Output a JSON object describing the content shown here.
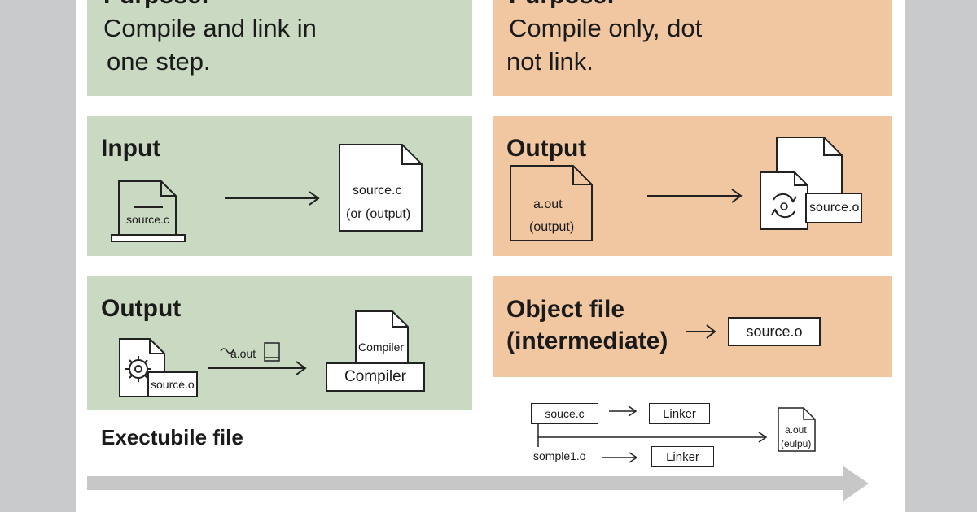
{
  "left_column": {
    "purpose_heading": "Purpose:",
    "purpose_text": [
      "Compile and link in",
      "one step."
    ],
    "input_heading": "Input",
    "input_file_label": "source.c",
    "input_target_lines": [
      "source.c",
      "(or (output)"
    ],
    "output_heading": "Output",
    "output_file_label": "source.o",
    "output_arrow_label": "a.out",
    "compiler_doc_label": "Compiler",
    "compiler_box_label": "Compiler",
    "bottom_heading": "Exectubile file"
  },
  "right_column": {
    "purpose_heading": "Purpose:",
    "purpose_text": [
      "Compile only, dot",
      "not link."
    ],
    "output_heading": "Output",
    "output_file_lines": [
      "a.out",
      "(output)"
    ],
    "output_target_label": "source.o",
    "object_heading": [
      "Object file",
      "(intermediate)"
    ],
    "object_box_label": "source.o",
    "link_source_1": "souce.c",
    "link_source_2": "somple1.o",
    "linker_label_1": "Linker",
    "linker_label_2": "Linker",
    "link_result_lines": [
      "a.out",
      "(eulpu)"
    ]
  },
  "colors": {
    "green_panel": "#cad9c1",
    "orange_panel": "#f1c7a2",
    "background": "#c9cacb",
    "flow_arrow": "#c7c7c7"
  }
}
